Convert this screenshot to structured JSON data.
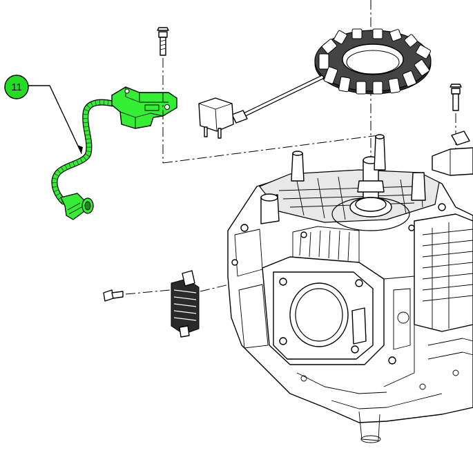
{
  "callout": {
    "label": "11",
    "fill_color": "#22dd22"
  },
  "highlight_color": "#33ee33",
  "parts": [
    {
      "name": "ignition-coil",
      "highlighted": true
    },
    {
      "name": "stator",
      "highlighted": false
    },
    {
      "name": "voltage-regulator",
      "highlighted": false
    },
    {
      "name": "engine-block",
      "highlighted": false
    }
  ]
}
